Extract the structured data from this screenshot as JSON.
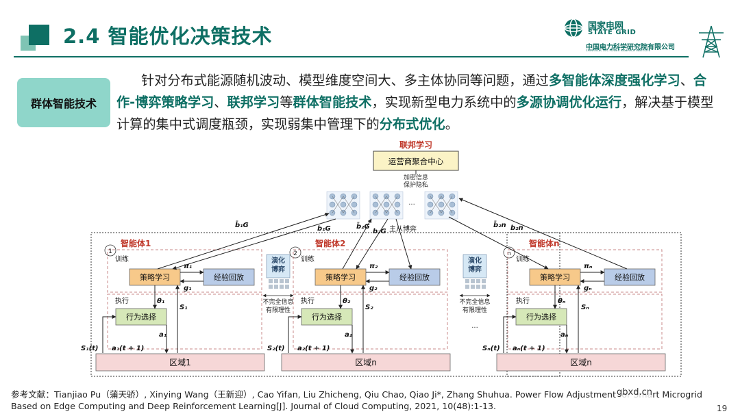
{
  "header": {
    "title": "2.4 智能优化决策技术",
    "logo_cn": "国家电网",
    "logo_en": "STATE GRID",
    "logo_org": "中国电力科学研究院有限公司",
    "logo_org_en": "CHINA ELECTRIC POWER RESEARCH INSTITUTE"
  },
  "tag": {
    "label": "群体智能技术"
  },
  "paragraph": {
    "seg1": "针对分布式能源随机波动、模型维度空间大、多主体协同等问题，通过",
    "hl1": "多智能体深度强化学习",
    "seg2": "、",
    "hl2": "合作-博弈策略学习",
    "seg3": "、",
    "hl3": "联邦学习",
    "seg4": "等",
    "hl4": "群体智能技术",
    "seg5": "，实现新型电力系统中的",
    "hl5": "多源协调优化运行",
    "seg6": "，解决基于模型计算的集中式调度瓶颈，实现弱集中管理下的",
    "hl6": "分布式优化",
    "seg7": "。"
  },
  "diagram": {
    "fed_label": "联邦学习",
    "center_label": "运营商聚合中心",
    "enc_line1": "加密信息",
    "enc_line2": "保护隐私",
    "ellipsis": "···",
    "stackelberg": "主从博弈",
    "agents": [
      {
        "index": "1",
        "name": "智能体1",
        "train": "训练",
        "policy": "策略学习",
        "replay": "经验回放",
        "exec": "执行",
        "action": "行为选择",
        "region": "区域1",
        "pi": "π₁",
        "g": "g₁",
        "theta": "θ₁",
        "s": "S₁",
        "a": "a₁",
        "st": "S₁(t)",
        "at": "a₁(t + 1)",
        "b_out": "b̄₁G",
        "b_in": "b₁G"
      },
      {
        "index": "2",
        "name": "智能体2",
        "train": "训练",
        "policy": "策略学习",
        "replay": "经验回放",
        "exec": "执行",
        "action": "行为选择",
        "region": "区域n",
        "pi": "π₂",
        "g": "g₂",
        "theta": "θ₂",
        "s": "S₂",
        "a": "a₂",
        "st": "S₂(t)",
        "at": "a₂(t + 1)",
        "b_out": "b̄₂G",
        "b_in": "b₂G"
      },
      {
        "index": "n",
        "name": "智能体n",
        "train": "训练",
        "policy": "策略学习",
        "replay": "经验回放",
        "exec": "执行",
        "action": "行为选择",
        "region": "区域n",
        "pi": "πₙ",
        "g": "gₙ",
        "theta": "θₙ",
        "s": "Sₙ",
        "a": "aₙ",
        "st": "Sₙ(t)",
        "at": "aₙ(t + 1)",
        "b_out": "b̄₂n",
        "b_in": "b₂n"
      }
    ],
    "evo_game": [
      {
        "line1": "演化",
        "line2": "博弈",
        "info1": "不完全信息",
        "info2": "有限理性"
      },
      {
        "line1": "演化",
        "line2": "博弈",
        "info1": "不完全信息",
        "info2": "有限理性"
      }
    ]
  },
  "reference": {
    "text": "参考文献：Tianjiao Pu（蒲天骄）, Xinying Wang（王新迎）, Cao Yifan, Liu Zhicheng, Qiu Chao, Qiao Ji*, Zhang Shuhua. Power Flow Adjustment for Smart Microgrid Based on Edge Computing and Deep Reinforcement Learning[J]. Journal of Cloud Computing, 2021, 10(48):1-13."
  },
  "watermark": "gbxd.cn",
  "page_number": "19",
  "colors": {
    "brand": "#0e6f64",
    "tag_bg": "#8fd6ca",
    "accent_red": "#c0392b"
  }
}
